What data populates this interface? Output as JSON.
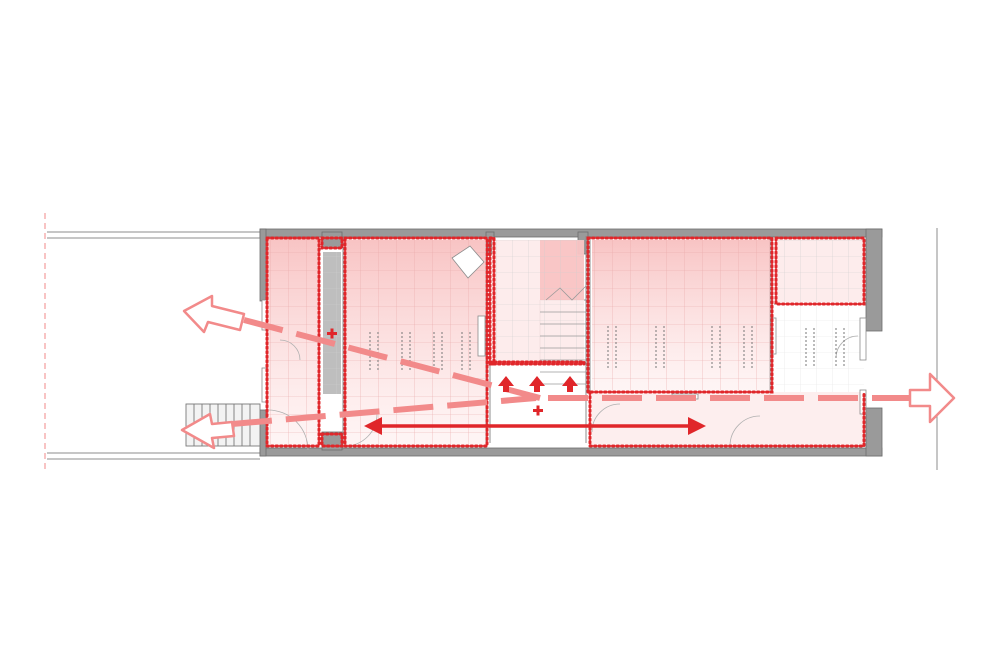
{
  "diagram": {
    "kind": "architectural-floor-plan-diagram",
    "labels": [],
    "colors": {
      "background": "#ffffff",
      "wall": "#9a9a9a",
      "wall_dark": "#7a7a7a",
      "line": "#8c8c8c",
      "zone_fill": "#fbd3d3",
      "zone_dots": "#e0262a",
      "accent": "#e0262a",
      "flow_arrow": "#f28a8a"
    },
    "zones": [
      "rear-room",
      "circulation-strip",
      "main-living-room",
      "kitchen-nook",
      "stair-hall",
      "front-living-room",
      "front-bay-room"
    ],
    "icons": [
      "flow-arrow-rear-upper",
      "flow-arrow-rear-lower",
      "flow-arrow-front",
      "double-headed-arrow",
      "up-arrow-left",
      "up-arrow-center",
      "up-arrow-right",
      "plus-marker-rear",
      "plus-marker-center"
    ]
  }
}
